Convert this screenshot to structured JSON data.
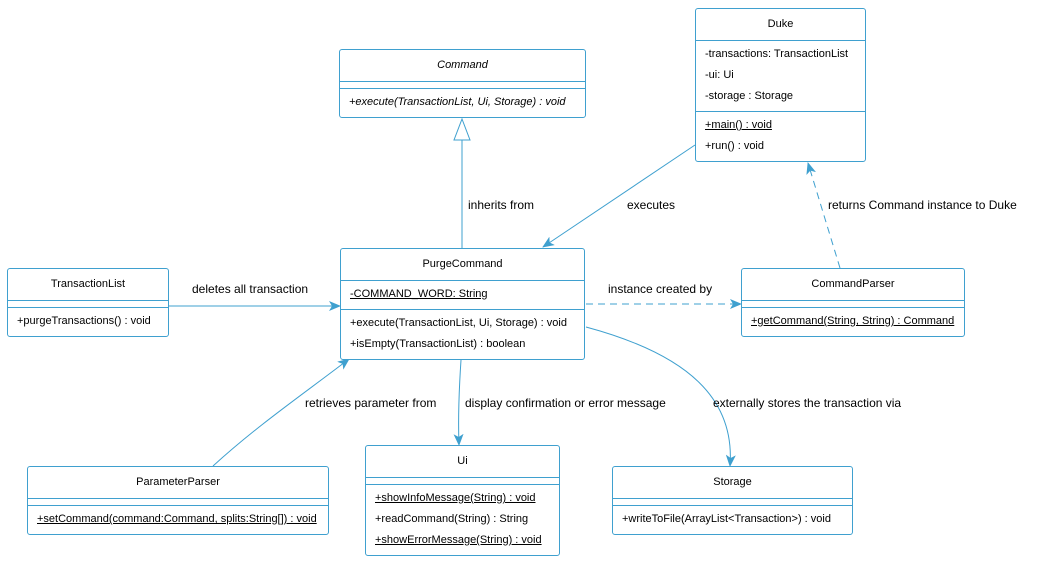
{
  "colors": {
    "line": "#3fa0cf",
    "text": "#000000",
    "box_fill": "#ffffff"
  },
  "classes": {
    "command": {
      "name": "Command",
      "attributes": [],
      "methods": [
        {
          "text": "+execute(TransactionList, Ui, Storage) : void",
          "abstract": true
        }
      ]
    },
    "duke": {
      "name": "Duke",
      "attributes": [
        {
          "text": "-transactions: TransactionList"
        },
        {
          "text": "-ui: Ui"
        },
        {
          "text": "-storage : Storage"
        }
      ],
      "methods": [
        {
          "text": "+main() : void",
          "static": true
        },
        {
          "text": "+run() : void"
        }
      ]
    },
    "purge_command": {
      "name": "PurgeCommand",
      "attributes": [
        {
          "text": "-COMMAND_WORD: String",
          "static": true
        }
      ],
      "methods": [
        {
          "text": "+execute(TransactionList, Ui, Storage) : void"
        },
        {
          "text": "+isEmpty(TransactionList) : boolean"
        }
      ]
    },
    "transaction_list": {
      "name": "TransactionList",
      "attributes": [],
      "methods": [
        {
          "text": "+purgeTransactions() : void"
        }
      ]
    },
    "command_parser": {
      "name": "CommandParser",
      "attributes": [],
      "methods": [
        {
          "text": "+getCommand(String, String) : Command",
          "static": true
        }
      ]
    },
    "parameter_parser": {
      "name": "ParameterParser",
      "attributes": [],
      "methods": [
        {
          "text": "+setCommand(command:Command, splits:String[]) : void",
          "static": true
        }
      ]
    },
    "ui": {
      "name": "Ui",
      "attributes": [],
      "methods": [
        {
          "text": "+showInfoMessage(String) : void",
          "static": true
        },
        {
          "text": "+readCommand(String) : String"
        },
        {
          "text": "+showErrorMessage(String) : void",
          "static": true
        }
      ]
    },
    "storage": {
      "name": "Storage",
      "attributes": [],
      "methods": [
        {
          "text": "+writeToFile(ArrayList<Transaction>) : void"
        }
      ]
    }
  },
  "relations": {
    "inherits": {
      "label": "inherits from",
      "kind": "generalization"
    },
    "executes": {
      "label": "executes",
      "kind": "association"
    },
    "returns": {
      "label": "returns Command instance to Duke",
      "kind": "dependency"
    },
    "deletes": {
      "label": "deletes all transaction",
      "kind": "association"
    },
    "created_by": {
      "label": "instance created by",
      "kind": "dependency"
    },
    "retrieves": {
      "label": "retrieves parameter from",
      "kind": "association"
    },
    "display": {
      "label": "display confirmation or error message",
      "kind": "association"
    },
    "stores": {
      "label": "externally stores the transaction via",
      "kind": "association"
    }
  }
}
